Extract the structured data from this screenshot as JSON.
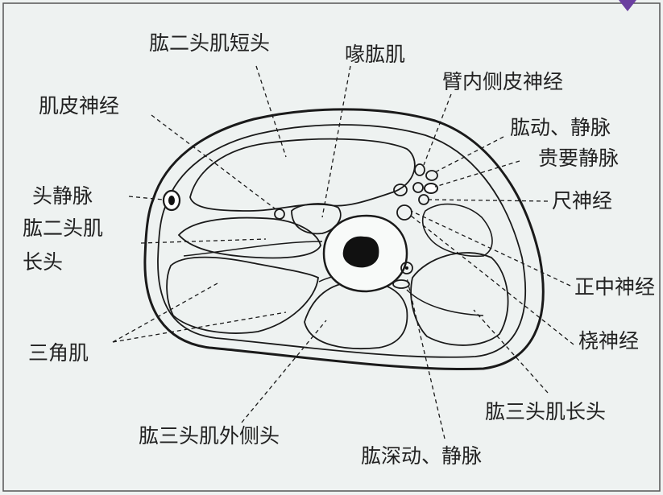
{
  "diagram": {
    "labels": {
      "biceps_short_head": "肱二头肌短头",
      "coracobrachialis": "喙肱肌",
      "medial_antebrachial_cutaneous_nerve": "臂内侧皮神经",
      "musculocutaneous_nerve": "肌皮神经",
      "brachial_artery_vein": "肱动、静脉",
      "basilic_vein": "贵要静脉",
      "cephalic_vein": "头静脉",
      "ulnar_nerve": "尺神经",
      "biceps_long_head_line1": "肱二头肌",
      "biceps_long_head_line2": "长头",
      "median_nerve": "正中神经",
      "deltoid": "三角肌",
      "radial_nerve": "桡神经",
      "triceps_long_head": "肱三头肌长头",
      "triceps_lateral_head": "肱三头肌外侧头",
      "profunda_brachii_artery_vein": "肱深动、静脉"
    },
    "colors": {
      "background": "#eef2f1",
      "outline": "#1a1a1a",
      "bone_marrow": "#111111",
      "corner_marker": "#6a3fa0"
    }
  }
}
